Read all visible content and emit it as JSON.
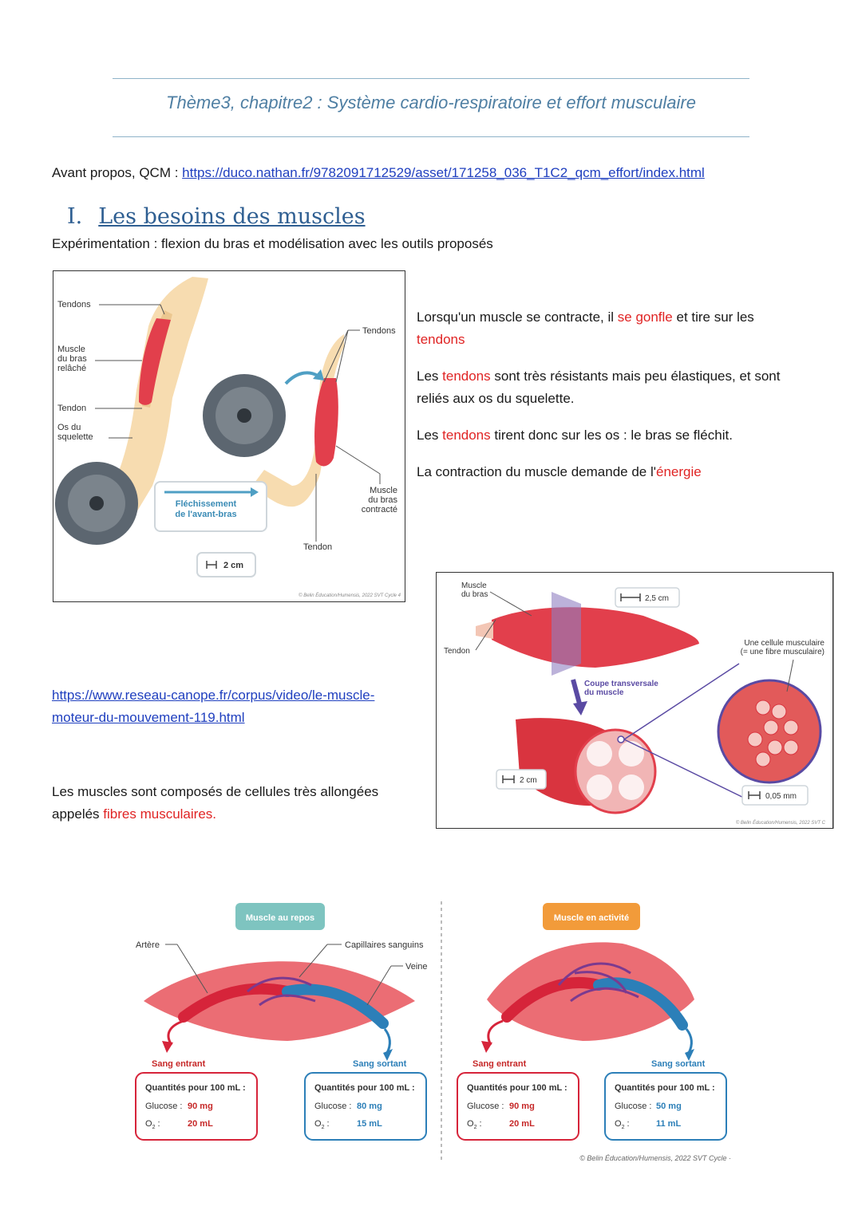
{
  "header": {
    "title": "Thème3, chapitre2 : Système cardio-respiratoire et effort musculaire"
  },
  "intro": {
    "label": "Avant propos, QCM : ",
    "link": "https://duco.nathan.fr/9782091712529/asset/171258_036_T1C2_qcm_effort/index.html"
  },
  "section1": {
    "number": "I.",
    "title": "Les besoins des muscles",
    "experiment": "Expérimentation : flexion du bras et modélisation avec les outils proposés"
  },
  "fig1": {
    "tendons_top": "Tendons",
    "muscle_relache": [
      "Muscle",
      "du bras",
      "relâché"
    ],
    "tendon_left": "Tendon",
    "os": [
      "Os du",
      "squelette"
    ],
    "tendons_right": "Tendons",
    "muscle_contracte": [
      "Muscle",
      "du bras",
      "contracté"
    ],
    "tendon_bottom": "Tendon",
    "flechissement": [
      "Fléchissement",
      "de l'avant-bras"
    ],
    "scale": "2 cm",
    "credit": "© Belin Éducation/Humensis, 2022 SVT Cycle 4"
  },
  "text_block": {
    "p1": {
      "a": "Lorsqu'un muscle se contracte, il ",
      "b": "se gonfle",
      "c": " et tire sur les",
      "d": "tendons"
    },
    "p2": {
      "a": "Les ",
      "b": "tendons",
      "c": " sont très résistants mais peu élastiques, et sont",
      "d": "reliés aux os du squelette."
    },
    "p3": {
      "a": "Les ",
      "b": "tendons",
      "c": " tirent donc sur les os : le bras se fléchit."
    },
    "p4": {
      "a": "La contraction du muscle demande de l'",
      "b": "énergie"
    }
  },
  "video_link": {
    "line1": "https://www.reseau-canope.fr/corpus/video/le-muscle-",
    "line2": "moteur-du-mouvement-119.html"
  },
  "fibers_text": {
    "line1": "Les muscles sont composés de cellules très allongées",
    "line2a": "appelés ",
    "line2b": "fibres musculaires."
  },
  "fig2": {
    "muscle": [
      "Muscle",
      "du bras"
    ],
    "tendon": "Tendon",
    "scale1": "2,5 cm",
    "coupe": [
      "Coupe transversale",
      "du muscle"
    ],
    "cellule": [
      "Une cellule musculaire",
      "(= une fibre musculaire)"
    ],
    "scale2": "2 cm",
    "scale3": "0,05 mm",
    "credit": "© Belin Éducation/Humensis, 2022 SVT C"
  },
  "fig3": {
    "rest_badge": "Muscle au repos",
    "active_badge": "Muscle en activité",
    "artere": "Artère",
    "capillaires": "Capillaires sanguins",
    "veine": "Veine",
    "sang_entrant": "Sang entrant",
    "sang_sortant": "Sang sortant",
    "quantites": "Quantités pour 100 mL :",
    "glucose": "Glucose :",
    "o2": "O",
    "o2_sub": "2",
    "colon": " :",
    "rest_in": {
      "glucose": "90 mg",
      "o2": "20 mL"
    },
    "rest_out": {
      "glucose": "80 mg",
      "o2": "15 mL"
    },
    "active_in": {
      "glucose": "90 mg",
      "o2": "20 mL"
    },
    "active_out": {
      "glucose": "50 mg",
      "o2": "11 mL"
    },
    "credit": "© Belin Éducation/Humensis, 2022 SVT Cycle ·"
  },
  "colors": {
    "blood_red": "#d6243a",
    "vein_blue": "#2c7fb8",
    "muscle": "#e8545c",
    "bone": "#f5d9a8",
    "weight": "#5c6670",
    "rest_badge": "#7ec4c0",
    "active_badge": "#f29b3a"
  }
}
